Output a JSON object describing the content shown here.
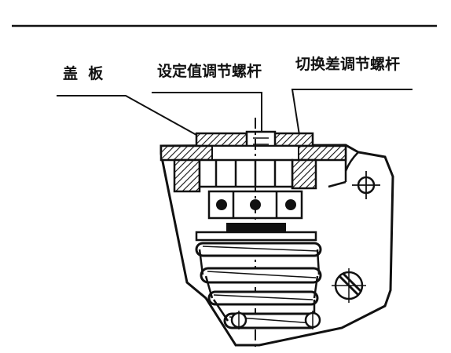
{
  "labels": {
    "cover_plate": "盖  板",
    "setpoint_screw": "设定值调节螺杆",
    "differential_screw": "切换差调节螺杆"
  },
  "colors": {
    "ink": "#111111",
    "background": "#ffffff"
  }
}
